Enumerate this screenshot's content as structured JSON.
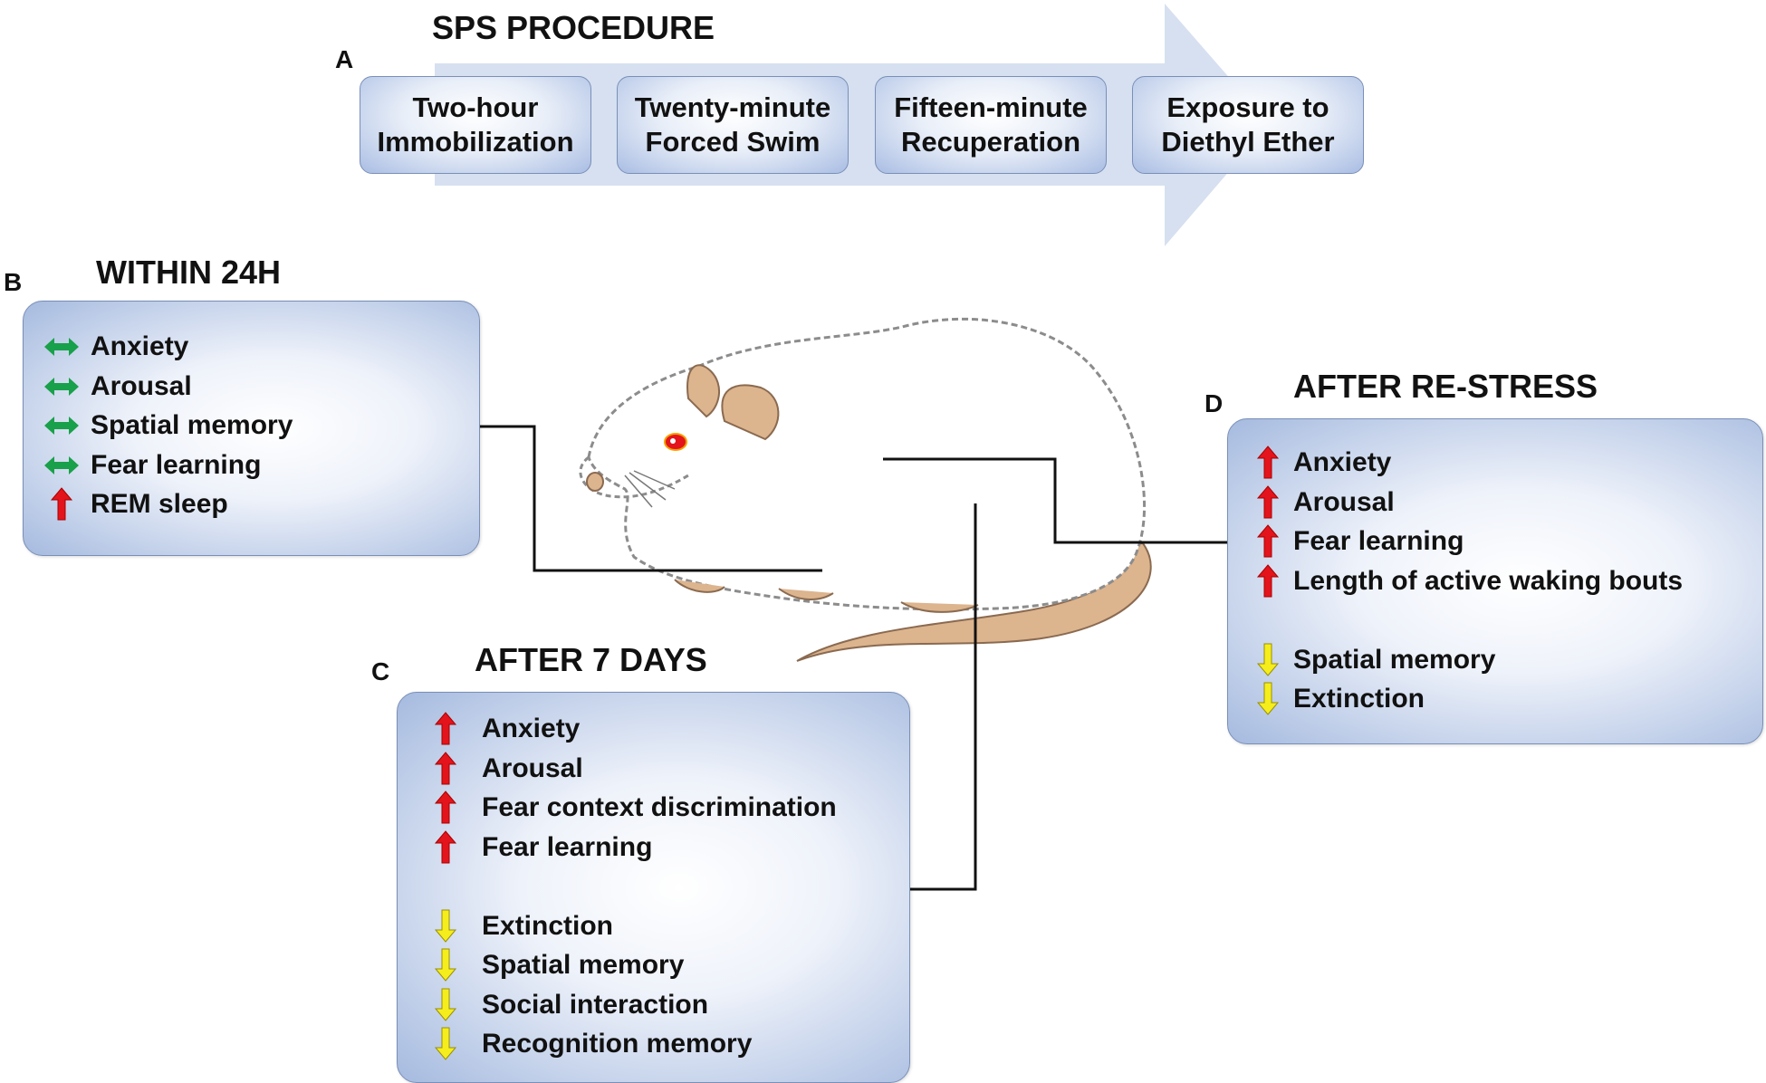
{
  "panel_a": {
    "letter": "A",
    "title": "SPS PROCEDURE",
    "steps": [
      {
        "line1": "Two-hour",
        "line2": "Immobilization"
      },
      {
        "line1": "Twenty-minute",
        "line2": "Forced Swim"
      },
      {
        "line1": "Fifteen-minute",
        "line2": "Recuperation"
      },
      {
        "line1": "Exposure to",
        "line2": "Diethyl Ether"
      }
    ]
  },
  "panel_b": {
    "letter": "B",
    "title": "WITHIN 24H",
    "items": [
      {
        "icon": "no-change-arrow-icon",
        "text": "Anxiety"
      },
      {
        "icon": "no-change-arrow-icon",
        "text": "Arousal"
      },
      {
        "icon": "no-change-arrow-icon",
        "text": "Spatial memory"
      },
      {
        "icon": "no-change-arrow-icon",
        "text": "Fear learning"
      },
      {
        "icon": "increase-arrow-icon",
        "text": "REM sleep"
      }
    ]
  },
  "panel_c": {
    "letter": "C",
    "title": "AFTER 7 DAYS",
    "items": [
      {
        "icon": "increase-arrow-icon",
        "text": "Anxiety"
      },
      {
        "icon": "increase-arrow-icon",
        "text": "Arousal"
      },
      {
        "icon": "increase-arrow-icon",
        "text": "Fear context discrimination"
      },
      {
        "icon": "increase-arrow-icon",
        "text": "Fear learning"
      },
      {
        "icon": "decrease-arrow-icon",
        "text": "Extinction"
      },
      {
        "icon": "decrease-arrow-icon",
        "text": "Spatial memory"
      },
      {
        "icon": "decrease-arrow-icon",
        "text": "Social interaction"
      },
      {
        "icon": "decrease-arrow-icon",
        "text": "Recognition memory"
      }
    ]
  },
  "panel_d": {
    "letter": "D",
    "title": "AFTER RE-STRESS",
    "items": [
      {
        "icon": "increase-arrow-icon",
        "text": "Anxiety"
      },
      {
        "icon": "increase-arrow-icon",
        "text": "Arousal"
      },
      {
        "icon": "increase-arrow-icon",
        "text": "Fear learning"
      },
      {
        "icon": "increase-arrow-icon",
        "text": "Length of active waking bouts"
      },
      {
        "icon": "decrease-arrow-icon",
        "text": "Spatial memory"
      },
      {
        "icon": "decrease-arrow-icon",
        "text": "Extinction"
      }
    ]
  },
  "colors": {
    "increase": "#e3141b",
    "no_change": "#19a04a",
    "decrease": "#f5ee1c",
    "box_edge": "#7a8fb8",
    "process_arrow": "#d6e0f0",
    "rat_skin": "#dcb48e"
  }
}
